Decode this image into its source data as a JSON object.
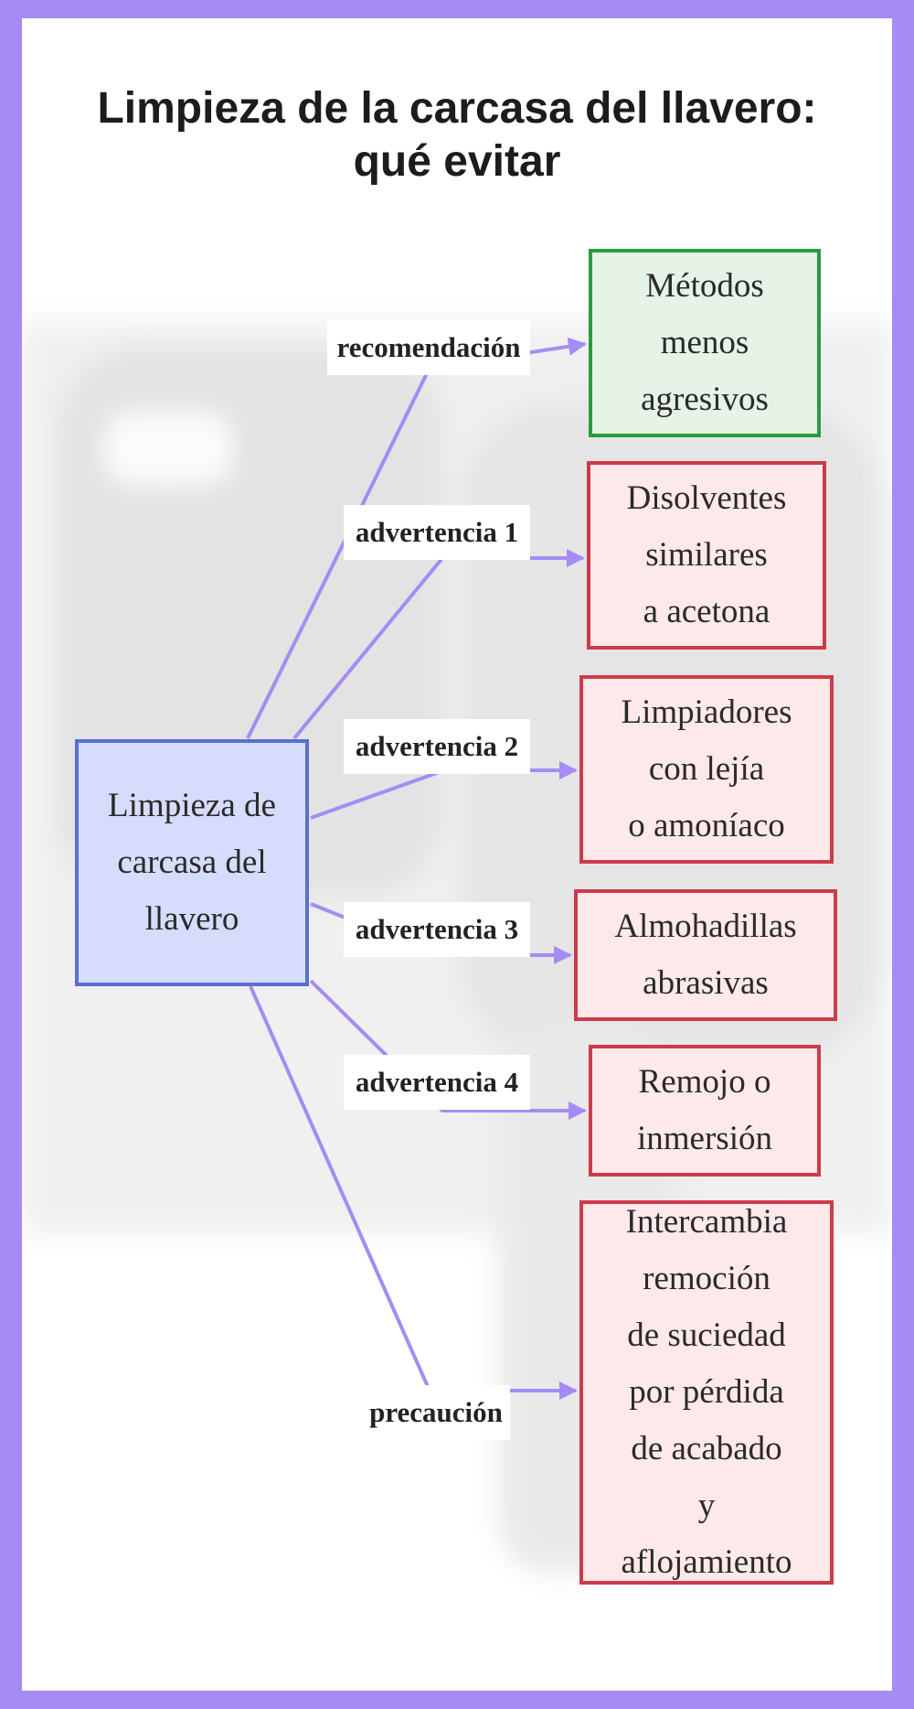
{
  "title": "Limpieza de la carcasa del llavero:\nqué evitar",
  "colors": {
    "frame": "#a48cf4",
    "edge": "#a48cf4",
    "root_fill": "#d6dcfb",
    "root_border": "#5a6fd0",
    "good_fill": "#e5f4e6",
    "good_border": "#2c9a42",
    "bad_fill": "#fde8ea",
    "bad_border": "#cc3b4c"
  },
  "root": {
    "label": "Limpieza de\ncarcasa del\nllavero"
  },
  "branches": [
    {
      "edge_label": "recomendación",
      "target": "Métodos\nmenos\nagresivos",
      "kind": "good"
    },
    {
      "edge_label": "advertencia 1",
      "target": "Disolventes\nsimilares\na acetona",
      "kind": "bad"
    },
    {
      "edge_label": "advertencia 2",
      "target": "Limpiadores\ncon lejía\no amoníaco",
      "kind": "bad"
    },
    {
      "edge_label": "advertencia 3",
      "target": "Almohadillas\nabrasivas",
      "kind": "bad"
    },
    {
      "edge_label": "advertencia 4",
      "target": "Remojo o\ninmersión",
      "kind": "bad"
    },
    {
      "edge_label": "precaución",
      "target": "Intercambia\nremoción\nde suciedad\npor pérdida\nde acabado\ny\naflojamiento",
      "kind": "bad"
    }
  ]
}
